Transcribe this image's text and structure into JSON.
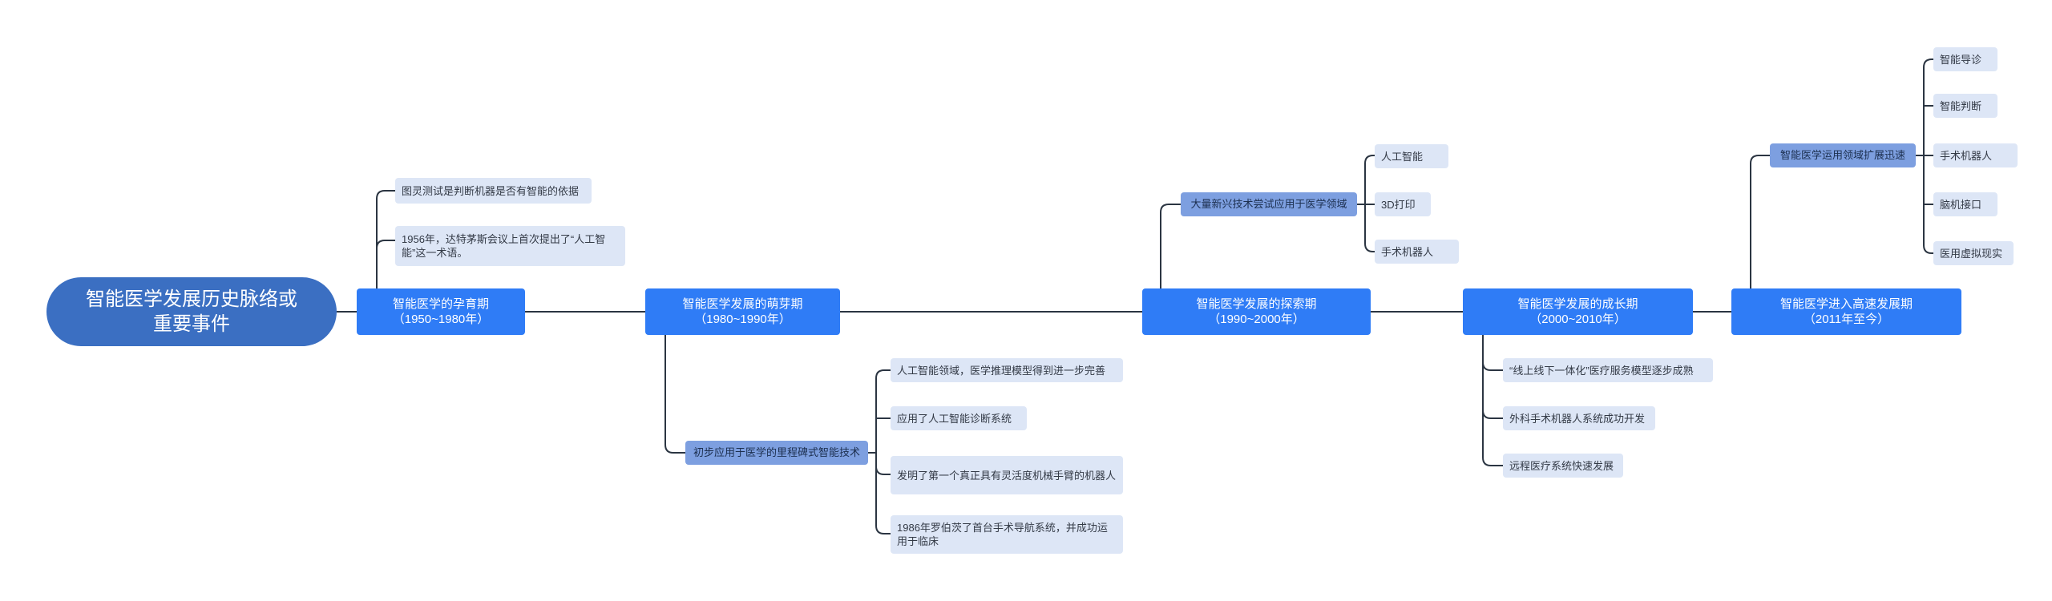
{
  "root": {
    "title": "智能医学发展历史脉络或重要事件"
  },
  "phases": [
    {
      "name": "智能医学的孕育期",
      "period": "（1950~1980年）",
      "details": [
        "图灵测试是判断机器是否有智能的依据",
        "1956年，达特茅斯会议上首次提出了“人工智能”这一术语。"
      ]
    },
    {
      "name": "智能医学发展的萌芽期",
      "period": "（1980~1990年）",
      "topic": "初步应用于医学的里程碑式智能技术",
      "details": [
        "人工智能领域，医学推理模型得到进一步完善",
        "应用了人工智能诊断系统",
        "发明了第一个真正具有灵活度机械手臂的机器人",
        "1986年罗伯茨了首台手术导航系统，并成功运用于临床"
      ]
    },
    {
      "name": "智能医学发展的探索期",
      "period": "（1990~2000年）",
      "topic": "大量新兴技术尝试应用于医学领域",
      "details": [
        "人工智能",
        "3D打印",
        "手术机器人"
      ]
    },
    {
      "name": "智能医学发展的成长期",
      "period": "（2000~2010年）",
      "details": [
        "“线上线下一体化”医疗服务模型逐步成熟",
        "外科手术机器人系统成功开发",
        "远程医疗系统快速发展"
      ]
    },
    {
      "name": "智能医学进入高速发展期",
      "period": "（2011年至今）",
      "topic": "智能医学运用领域扩展迅速",
      "details": [
        "智能导诊",
        "智能判断",
        "手术机器人",
        "脑机接口",
        "医用虚拟现实"
      ]
    }
  ],
  "colors": {
    "root": "#3b6fc2",
    "phase": "#2f7cf6",
    "topic": "#7d9fe0",
    "detail": "#dde6f6",
    "connector": "#2b3542"
  }
}
